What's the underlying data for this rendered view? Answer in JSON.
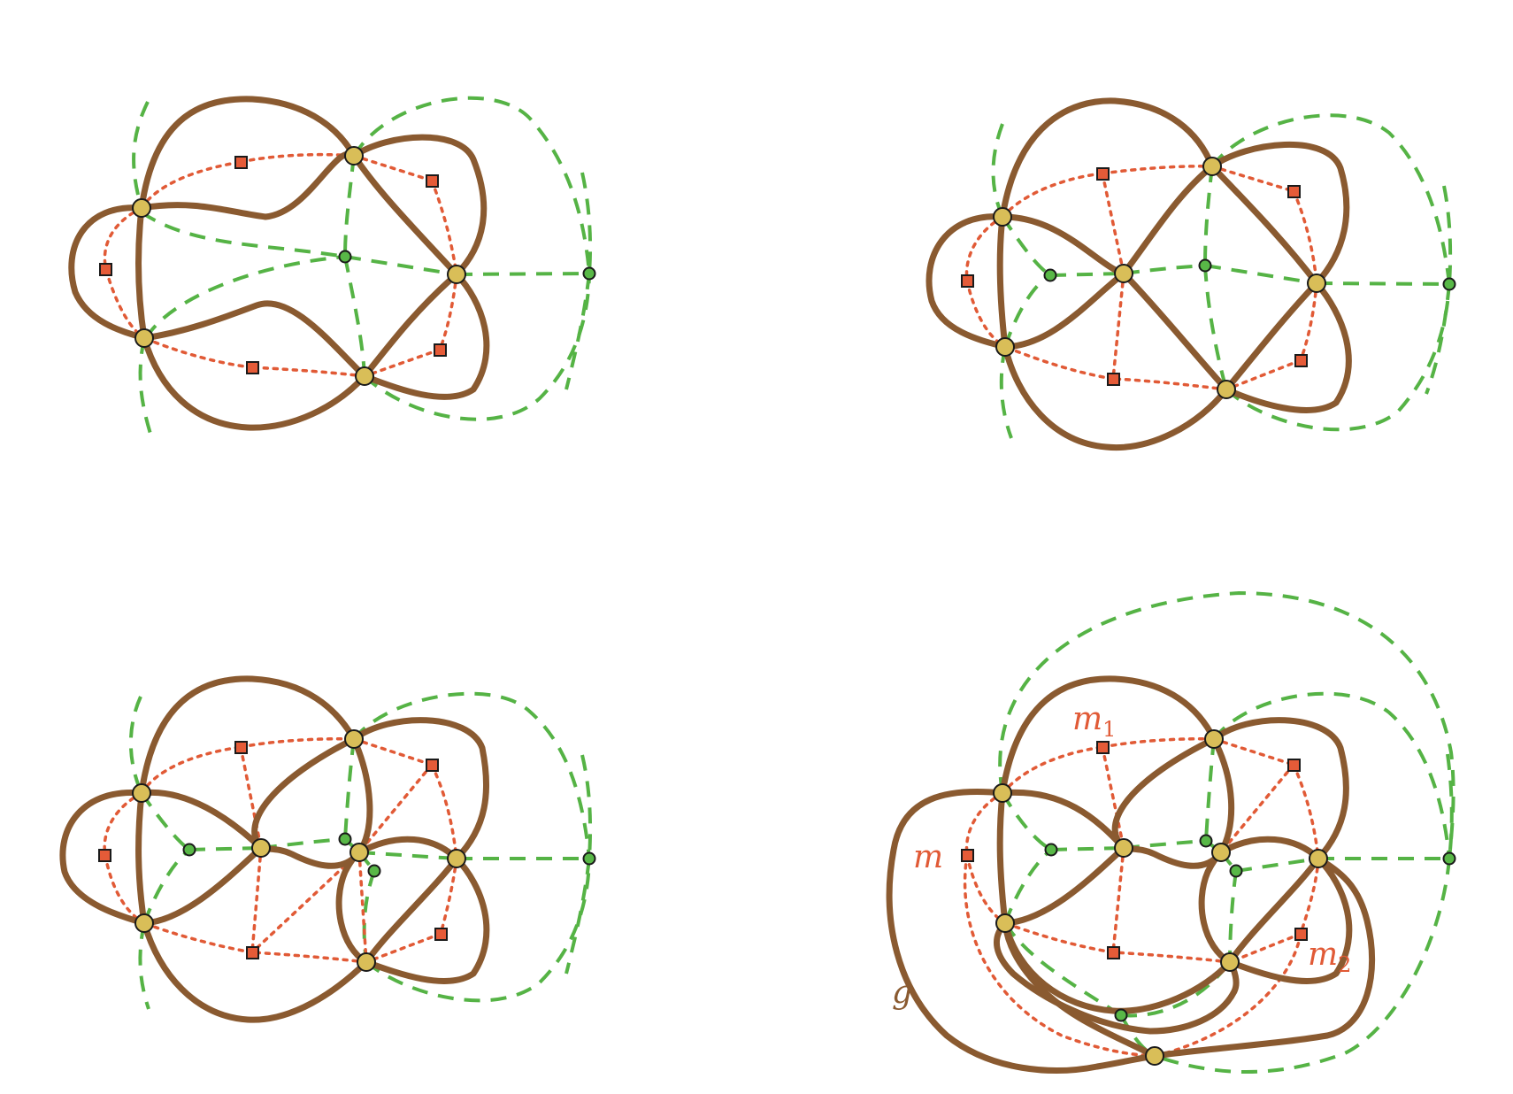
{
  "colors": {
    "knot": "#8a5a30",
    "green_graph": "#55b345",
    "red_graph": "#e15a36",
    "crossing_fill": "#d9be58",
    "green_vertex_fill": "#58b847",
    "red_vertex_fill": "#e55b38",
    "outline": "#1a1a1a"
  },
  "labels": {
    "m": "m",
    "m1": "m",
    "m1_sub": "1",
    "m2": "m",
    "m2_sub": "2",
    "g": "g"
  }
}
